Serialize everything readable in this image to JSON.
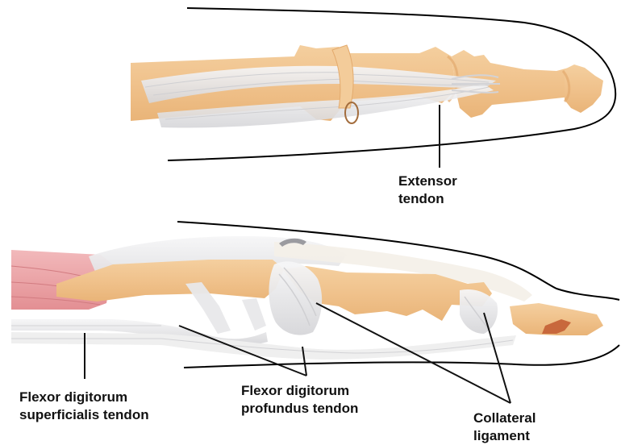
{
  "labels": {
    "extensor": {
      "line1": "Extensor",
      "line2": "tendon"
    },
    "fds": {
      "line1": "Flexor digitorum",
      "line2": "superficialis tendon"
    },
    "fdp": {
      "line1": "Flexor digitorum",
      "line2": "profundus tendon"
    },
    "collateral": {
      "line1": "Collateral",
      "line2": "ligament"
    }
  },
  "colors": {
    "bone": "#f1c48f",
    "bone_shadow": "#e3aa6d",
    "tendon": "#e9e9ea",
    "tendon_edge": "#cfcfd2",
    "muscle": "#eba3a6",
    "nail_bed": "#c8683c",
    "outline": "#000000",
    "leader": "#111111"
  }
}
